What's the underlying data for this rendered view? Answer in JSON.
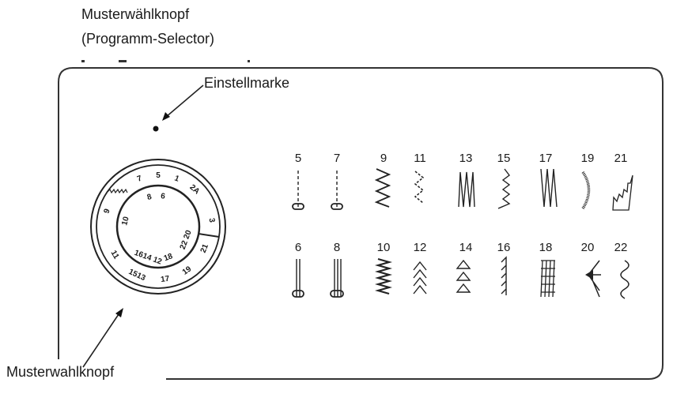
{
  "header": {
    "title_line1": "Musterwählknopf",
    "title_line2": "(Programm-Selector)"
  },
  "callouts": {
    "mark_label": "Einstellmarke",
    "knob_label": "Musterwahlknopf"
  },
  "dial": {
    "outer_ring_numbers": [
      "7",
      "5",
      "1",
      "2A",
      "3",
      "21",
      "19",
      "17",
      "1513",
      "11",
      "9"
    ],
    "inner_ring_numbers": [
      "8",
      "6",
      "10",
      "1614 12",
      "18",
      "22 20"
    ]
  },
  "stitch_rows": [
    {
      "numbers": [
        "5",
        "7",
        "9",
        "11",
        "13",
        "15",
        "17",
        "19",
        "21"
      ]
    },
    {
      "numbers": [
        "6",
        "8",
        "10",
        "12",
        "14",
        "16",
        "18",
        "20",
        "22"
      ]
    }
  ]
}
